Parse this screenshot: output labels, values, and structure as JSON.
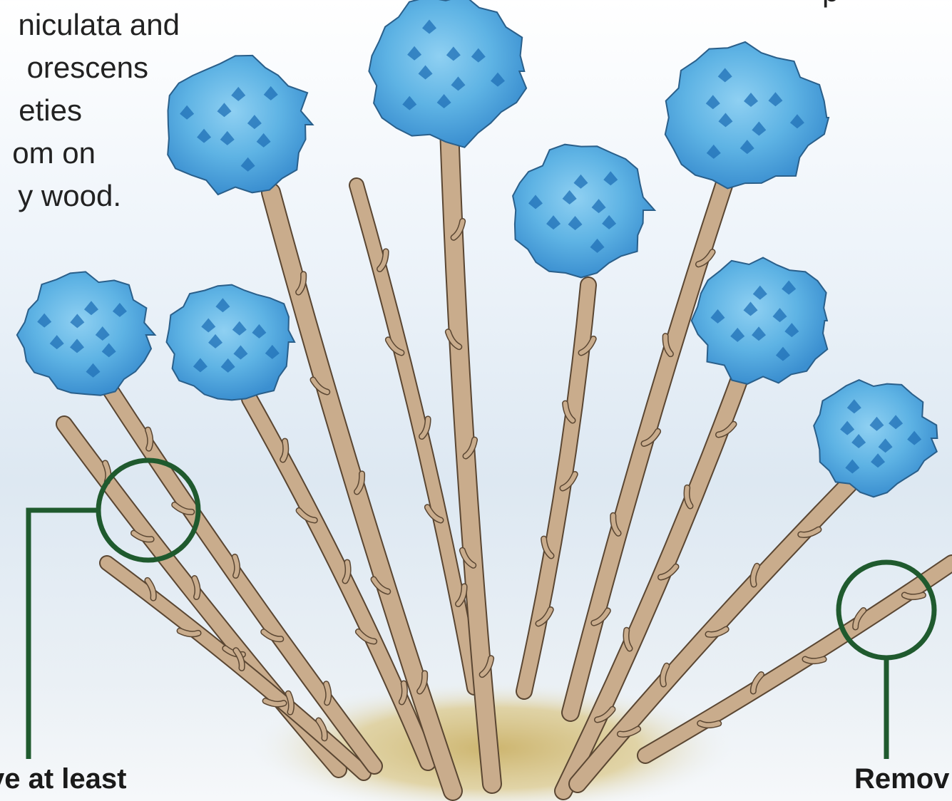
{
  "caption": {
    "lines": [
      "niculata and",
      "orescens",
      "eties",
      "om on",
      "y wood."
    ]
  },
  "corner_text": "p",
  "callouts": {
    "left": "ve at least",
    "right": "Remov"
  },
  "colors": {
    "flower_light": "#5eb3e4",
    "flower_dark": "#1f6fb5",
    "stem": "#c9ac8c",
    "stem_outline": "#5a4632",
    "ground": "#d9c68a",
    "callout_green": "#1f5a2e"
  }
}
